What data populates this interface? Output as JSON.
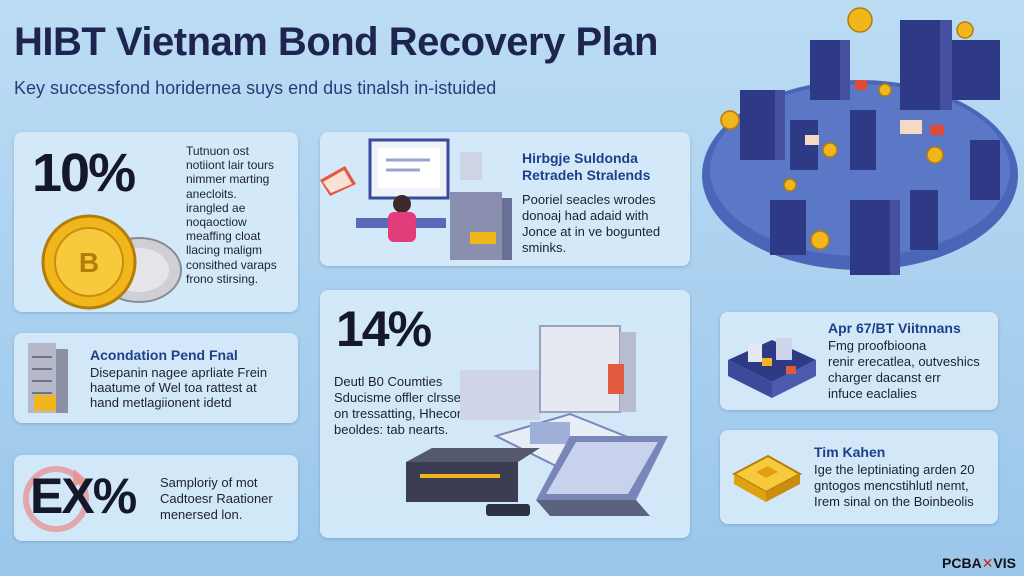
{
  "header": {
    "title": "HIBT Vietnam Bond Recovery Plan",
    "subtitle": "Key successfond horidernea suys end dus tinalsh in-istuided"
  },
  "cards": {
    "stat_10": {
      "value": "10%",
      "lines": [
        "Tutnuon ost",
        "notiiont lair tours",
        "nimmer marting",
        "anecloits.",
        "irangled ae",
        "noqaoctiow",
        "meaffing cloat",
        "llacing maligm",
        "consithed varaps",
        "frono stirsing."
      ]
    },
    "strategies": {
      "title_lines": [
        "Hirbgje Suldonda",
        "Retradeh Stralends"
      ],
      "lines": [
        "Pooriel seacles wrodes",
        "donoaj had adaid with",
        "Jonce at in ve bogunted",
        "sminks."
      ]
    },
    "foundation": {
      "title": "Acondation Pend Fnal",
      "lines": [
        "Disepanin nagee aprliate Frein",
        "haatume of Wel toa rattest at",
        "hand metlagiionent idetd"
      ]
    },
    "stat_14": {
      "value": "14%",
      "lines": [
        "Deutl B0 Coumties",
        "Sducisme offler clrssers",
        "on tressatting, Hhecorent",
        "beoldes: tab nearts."
      ]
    },
    "stat_ex": {
      "value": "EX%",
      "lines": [
        "Samploriy of mot",
        "Cadtoesr Raationer",
        "menersed lon."
      ]
    },
    "vietnam": {
      "title": "Apr 67/BT Viitnnans",
      "lines": [
        "Fmg proofbioona",
        "renir erecatlea, outveshics",
        "charger dacanst err",
        "infuce eaclalies"
      ]
    },
    "kahen": {
      "title": "Tim Kahen",
      "lines": [
        "Ige the leptiniating arden 20",
        "gntogos mencstihlutl nemt,",
        "Irem sinal on the Boinbeolis"
      ]
    }
  },
  "brand": {
    "left": "PCBA",
    "mark": "✕",
    "right": "VIS"
  },
  "colors": {
    "background": "#a9d0ef",
    "title": "#1e2450",
    "card_title": "#1e3f8a",
    "coin_gold": "#f0b61c",
    "navy": "#3b4a9a"
  }
}
